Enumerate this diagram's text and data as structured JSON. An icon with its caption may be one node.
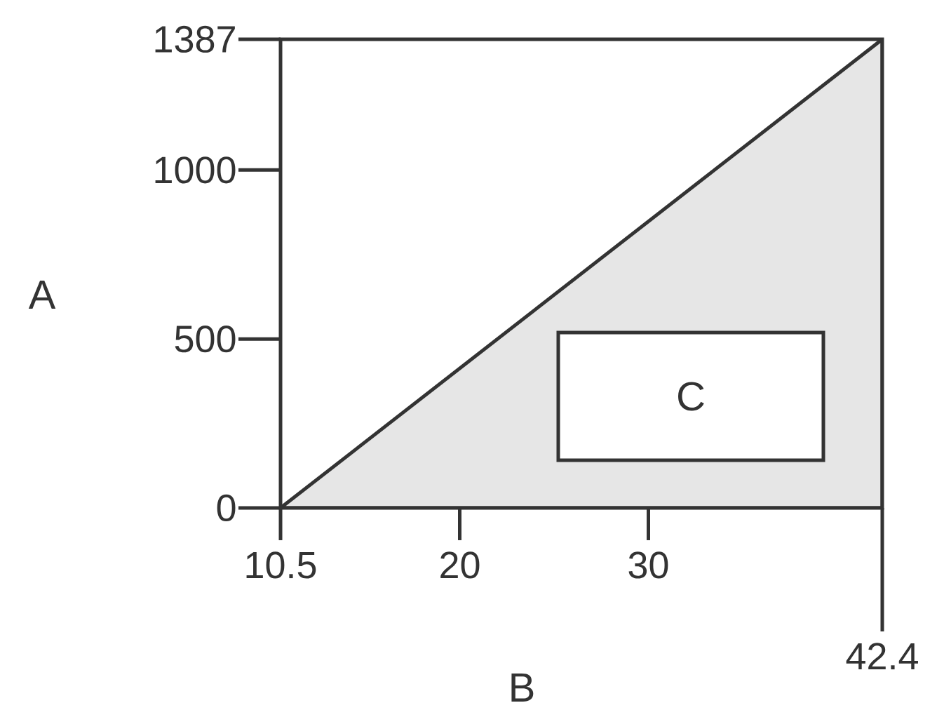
{
  "diagram": {
    "nodes": [
      {
        "text": [
          "C"
        ]
      }
    ],
    "labels": [
      "42.4"
    ],
    "chart_data": {
      "type": "area",
      "xlabel": "B",
      "ylabel": "A",
      "x": [
        10.5,
        42.4
      ],
      "series": [
        {
          "color": "#e6e6e6",
          "values": [
            0,
            1387
          ]
        }
      ],
      "xlim": [
        10.5,
        42.4
      ],
      "ylim": [
        0,
        1387
      ],
      "xticks": [
        10.5,
        20,
        30
      ],
      "yticks": [
        0,
        500,
        1000,
        1387
      ]
    }
  }
}
